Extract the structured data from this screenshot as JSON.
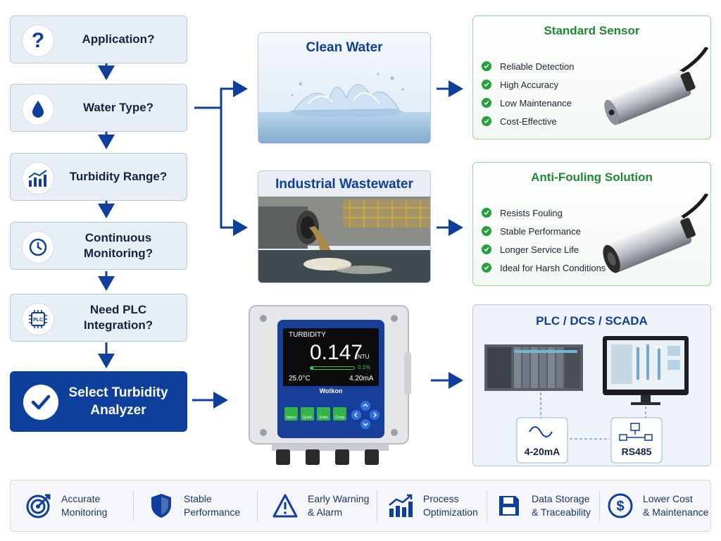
{
  "flow_steps": [
    {
      "label": "Application?",
      "icon": "question-icon"
    },
    {
      "label": "Water Type?",
      "icon": "water-drop-icon"
    },
    {
      "label": "Turbidity Range?",
      "icon": "bar-chart-icon"
    },
    {
      "label": "Continuous Monitoring?",
      "icon": "clock-icon"
    },
    {
      "label": "Need PLC Integration?",
      "icon": "plc-chip-icon",
      "icon_text": "PLC"
    },
    {
      "label": "Select Turbidity Analyzer",
      "icon": "checkmark-icon"
    }
  ],
  "water_options": [
    {
      "title": "Clean Water"
    },
    {
      "title": "Industrial Wastewater"
    }
  ],
  "solutions": [
    {
      "title": "Standard Sensor",
      "features": [
        "Reliable Detection",
        "High Accuracy",
        "Low Maintenance",
        "Cost-Effective"
      ]
    },
    {
      "title": "Anti-Fouling Solution",
      "features": [
        "Resists Fouling",
        "Stable Performance",
        "Longer Service Life",
        "Ideal for Harsh Conditions"
      ]
    }
  ],
  "analyzer": {
    "screen_title": "TURBIDITY",
    "value": "0.147",
    "unit": "NTU",
    "percent": "0.1%",
    "temperature": "25.0°C",
    "current": "4.20mA",
    "brand": "Wotkon",
    "buttons": [
      "Menu",
      "Quick",
      "Enter",
      "Comp"
    ]
  },
  "plc": {
    "title": "PLC / DCS / SCADA",
    "signals": [
      "4-20mA",
      "RS485"
    ]
  },
  "benefits": [
    {
      "line1": "Accurate",
      "line2": "Monitoring",
      "icon": "target-icon"
    },
    {
      "line1": "Stable",
      "line2": "Performance",
      "icon": "shield-icon"
    },
    {
      "line1": "Early Warning",
      "line2": "& Alarm",
      "icon": "warning-icon"
    },
    {
      "line1": "Process",
      "line2": "Optimization",
      "icon": "growth-chart-icon"
    },
    {
      "line1": "Data Storage",
      "line2": "& Traceability",
      "icon": "floppy-disk-icon"
    },
    {
      "line1": "Lower Cost",
      "line2": "& Maintenance",
      "icon": "dollar-icon"
    }
  ],
  "colors": {
    "primary_blue": "#0e3f9c",
    "success_green": "#1d8a2e",
    "step_bg": "#e8eef6"
  }
}
